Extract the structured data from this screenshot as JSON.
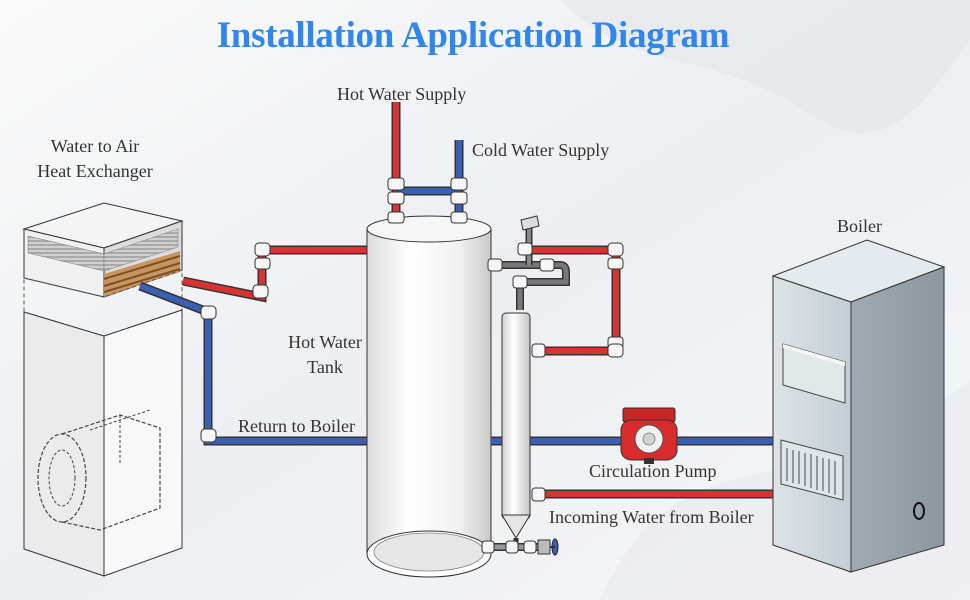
{
  "title": "Installation Application Diagram",
  "labels": {
    "hot_water_supply": "Hot Water Supply",
    "cold_water_supply": "Cold Water Supply",
    "heat_exchanger_line1": "Water to Air",
    "heat_exchanger_line2": "Heat Exchanger",
    "boiler": "Boiler",
    "hot_water_tank_line1": "Hot Water",
    "hot_water_tank_line2": "Tank",
    "return_to_boiler": "Return to Boiler",
    "circulation_pump": "Circulation Pump",
    "incoming_water": "Incoming Water from Boiler"
  },
  "colors": {
    "title": "#2f86ee",
    "hot_pipe": "#d83232",
    "cold_pipe": "#3a5fb4",
    "pump": "#d82b2b",
    "boiler_body": "#b7c2c9"
  },
  "icons": {
    "pump": "circulation-pump-icon",
    "valve": "drain-valve-icon"
  }
}
